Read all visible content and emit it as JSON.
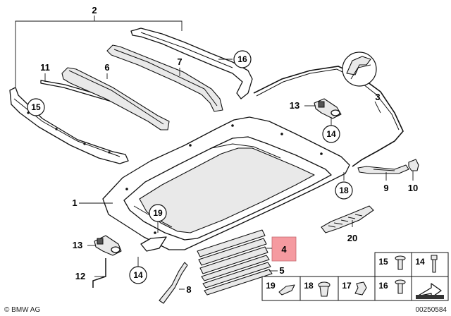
{
  "callouts": {
    "c1": "1",
    "c2": "2",
    "c3": "3",
    "c4": "4",
    "c5": "5",
    "c6": "6",
    "c7": "7",
    "c8": "8",
    "c9": "9",
    "c10": "10",
    "c11": "11",
    "c12": "12",
    "c13a": "13",
    "c13b": "13",
    "c14a": "14",
    "c14b": "14",
    "c15": "15",
    "c16": "16",
    "c18": "18",
    "c19": "19",
    "c20": "20"
  },
  "legend": {
    "l15": "15",
    "l14": "14",
    "l16": "16",
    "l19": "19",
    "l18": "18",
    "l17": "17"
  },
  "highlight_color": "#f59aa0",
  "footer": {
    "copyright": "© BMW AG",
    "diagram_number": "00250584"
  }
}
